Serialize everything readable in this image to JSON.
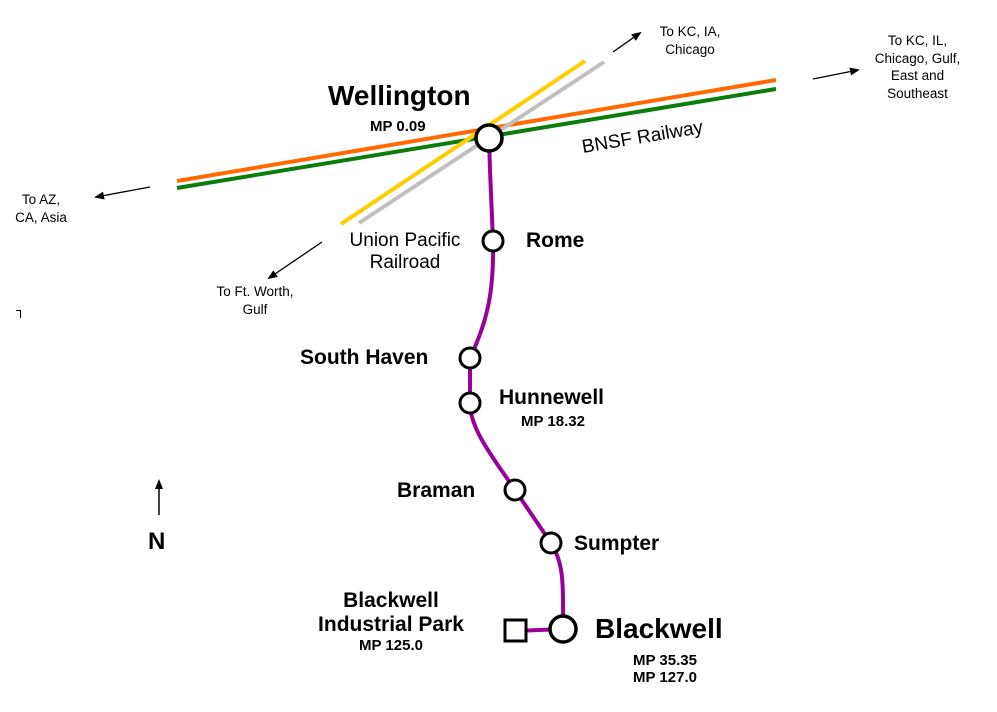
{
  "colors": {
    "bnsf_top": "#ff6a00",
    "bnsf_bottom": "#0a7d0a",
    "up_yellow": "#ffcc00",
    "up_grey": "#c0c0c0",
    "route": "#990099",
    "station_fill": "#ffffff",
    "station_stroke": "#000000"
  },
  "railroads": {
    "bnsf": "BNSF Railway",
    "up_line1": "Union Pacific",
    "up_line2": "Railroad"
  },
  "directions": {
    "northeast": [
      "To KC, IA,",
      "Chicago"
    ],
    "east": [
      "To KC, IL,",
      "Chicago, Gulf,",
      "East and",
      "Southeast"
    ],
    "west": [
      "To AZ,",
      "CA, Asia"
    ],
    "southwest": [
      "To Ft. Worth,",
      "Gulf"
    ]
  },
  "stations": {
    "wellington": {
      "name": "Wellington",
      "mp": "MP 0.09"
    },
    "rome": {
      "name": "Rome"
    },
    "south_haven": {
      "name": "South Haven"
    },
    "hunnewell": {
      "name": "Hunnewell",
      "mp": "MP 18.32"
    },
    "braman": {
      "name": "Braman"
    },
    "sumpter": {
      "name": "Sumpter"
    },
    "blackwell": {
      "name": "Blackwell",
      "mp1": "MP 35.35",
      "mp2": "MP 127.0"
    },
    "industrial_park": {
      "name1": "Blackwell",
      "name2": "Industrial Park",
      "mp": "MP 125.0"
    }
  },
  "compass": {
    "label": "N"
  },
  "stray_mark": "⅂"
}
